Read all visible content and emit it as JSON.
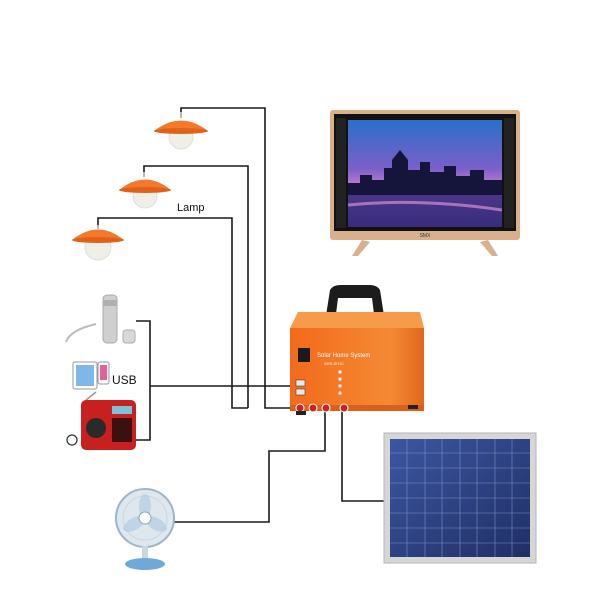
{
  "labels": {
    "lamp": "Lamp",
    "usb": "USB"
  },
  "tv": {
    "brand": "SMX"
  },
  "power_box": {
    "title": "Solar Home System",
    "subtitle": "SHS-SH10"
  },
  "colors": {
    "wire": "#1a1a1a",
    "accent_orange": "#f26a1b",
    "box_orange": "#f07a2a",
    "lamp_orange": "#f4792b",
    "panel_blue": "#2c3f7f",
    "tv_frame": "#d9b08c"
  },
  "icons": [
    "lamp-icon",
    "flashlight-icon",
    "tablet-icon",
    "phone-icon",
    "radio-icon",
    "fan-icon",
    "tv-icon",
    "solar-panel-icon",
    "power-box-icon"
  ]
}
